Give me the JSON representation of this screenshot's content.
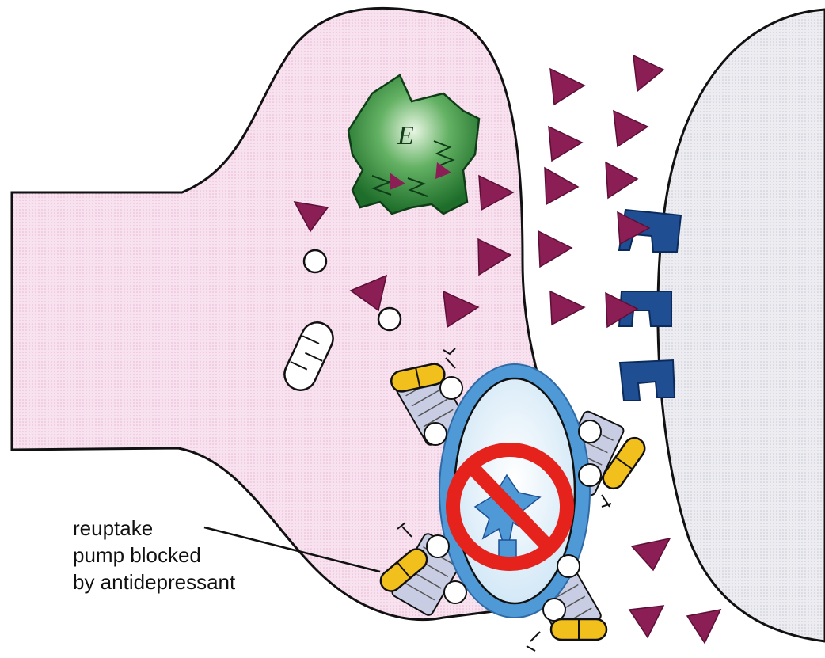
{
  "caption": {
    "lines": [
      "reuptake",
      "pump blocked",
      "by antidepressant"
    ]
  },
  "enzyme": {
    "letter": "E"
  },
  "colors": {
    "presynaptic_fill": "#f6dcec",
    "postsynaptic_fill": "#e9e9ef",
    "neurotransmitter": "#8a1e55",
    "receptor": "#1f4f92",
    "enzyme": "#2f8a3a",
    "transporter_body": "#c9cde3",
    "transporter_ring": "#4f9ad6",
    "blocker_sign": "#e5221c",
    "antidepressant_pill": "#f2c01d",
    "outline": "#111111"
  },
  "icons": {
    "enzyme": "enzyme-icon",
    "neurotransmitter": "triangle-icon",
    "receptor": "receptor-icon",
    "vesicle": "vesicle-icon",
    "mitochondrion": "mitochondrion-icon",
    "transporter": "reuptake-pump-icon",
    "pill": "antidepressant-pill-icon",
    "prohibition": "no-sign-icon"
  }
}
